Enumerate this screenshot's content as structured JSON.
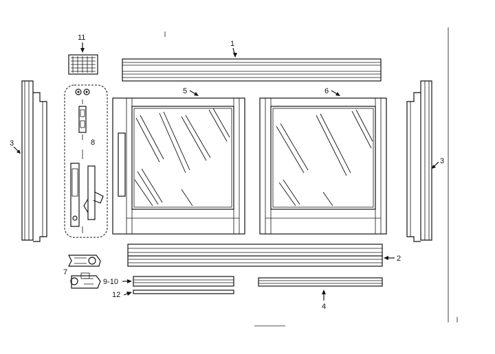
{
  "callouts": {
    "c1": "1",
    "c2": "2",
    "c3_left": "3",
    "c3_right": "3",
    "c4": "4",
    "c5": "5",
    "c6": "6",
    "c7": "7",
    "c8": "8",
    "c910": "9-10",
    "c11": "11",
    "c12": "12"
  }
}
